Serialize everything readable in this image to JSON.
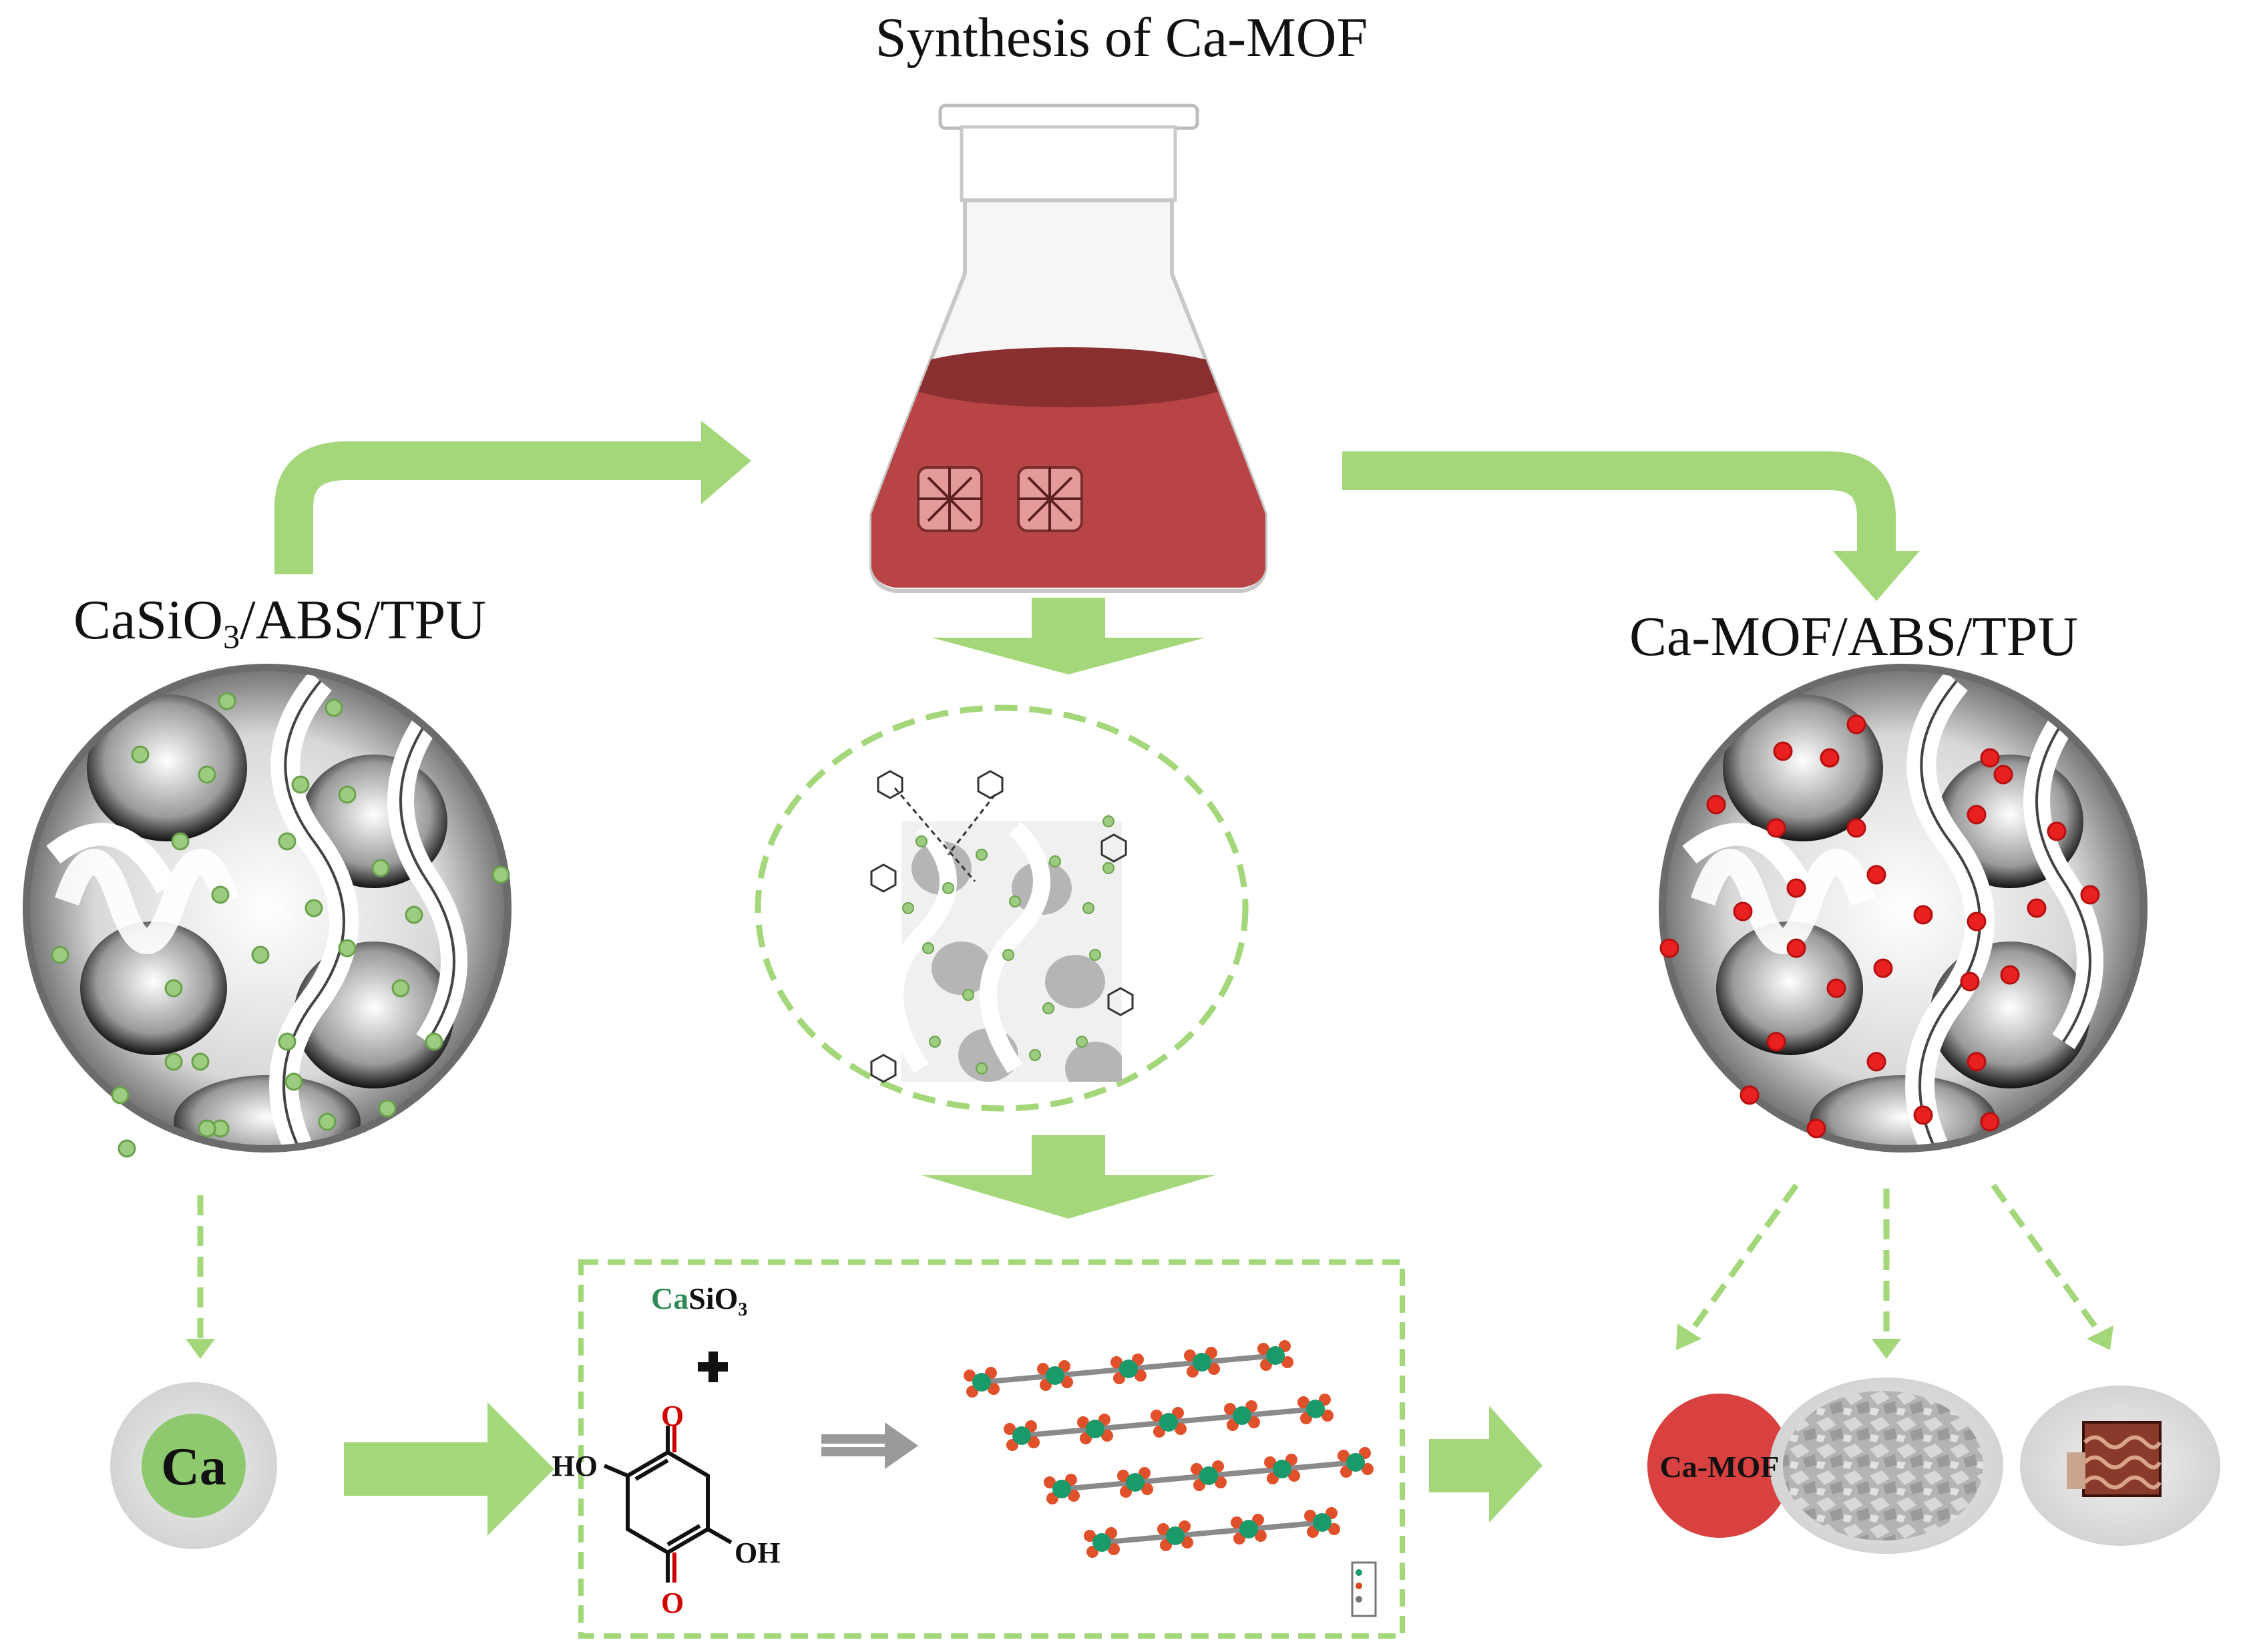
{
  "title": "Synthesis of Ca-MOF",
  "left_label": {
    "prefix": "CaSiO",
    "subscript": "3",
    "suffix": "/ABS/TPU"
  },
  "right_label": "Ca-MOF/ABS/TPU",
  "ca_bubble": "Ca",
  "reaction": {
    "reactant_ca": "Ca",
    "reactant_rest": "SiO",
    "reactant_sub": "3",
    "plus": "+",
    "oxygen": "O",
    "ho": "HO",
    "oh": "OH"
  },
  "product_circle": "Ca-MOF",
  "colors": {
    "arrow_green": "#a3d77a",
    "dashed_green": "#a3d77a",
    "liquid_red": "#b84445",
    "ca_green": "#8fc96f",
    "mof_red": "#d94040",
    "particle_red": "#e82020",
    "particle_green": "#9ccc7f",
    "grey_disk": "#e0e0e0"
  }
}
